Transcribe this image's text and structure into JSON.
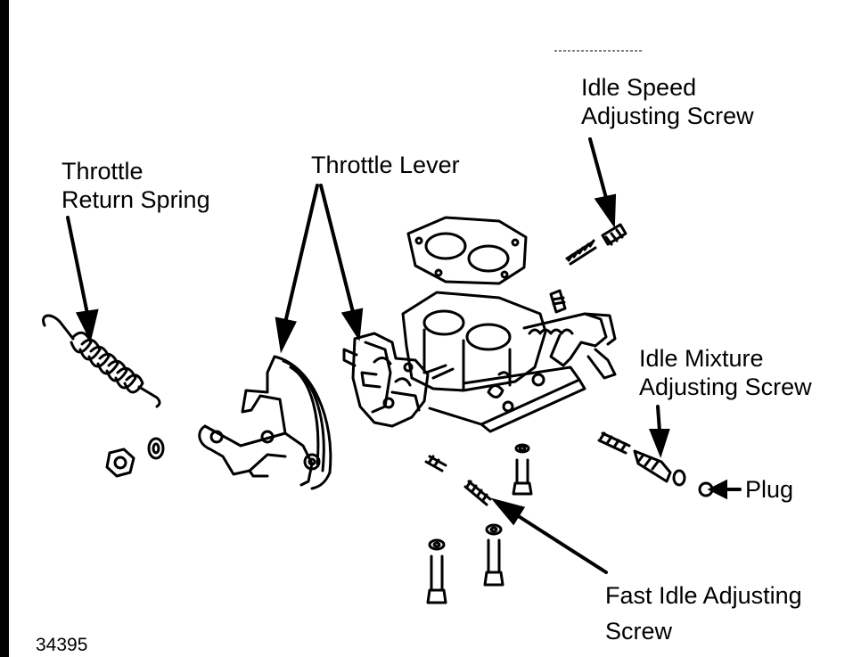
{
  "diagram": {
    "figure_number": "34395",
    "labels": {
      "idle_speed_screw": [
        "Idle Speed",
        "Adjusting Screw"
      ],
      "throttle_lever": "Throttle Lever",
      "throttle_return_spring": [
        "Throttle",
        "Return Spring"
      ],
      "idle_mixture_screw": [
        "Idle Mixture",
        "Adjusting Screw"
      ],
      "plug": "Plug",
      "fast_idle_screw": [
        "Fast Idle Adjusting",
        "Screw"
      ]
    }
  }
}
